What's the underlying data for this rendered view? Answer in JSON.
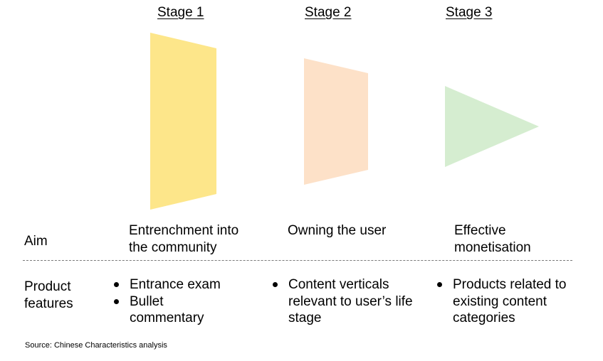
{
  "stages": [
    {
      "title": "Stage 1",
      "color": "#FDE68A",
      "aim": [
        "Entrenchment into",
        "the community"
      ],
      "features": [
        "Entrance exam",
        "Bullet commentary"
      ]
    },
    {
      "title": "Stage 2",
      "color": "#FDE1C8",
      "aim": [
        "Owning the user"
      ],
      "features": [
        "Content verticals relevant to user’s life stage"
      ]
    },
    {
      "title": "Stage 3",
      "color": "#D5EDD0",
      "aim": [
        "Effective",
        "monetisation"
      ],
      "features": [
        "Products related to existing content categories"
      ]
    }
  ],
  "rows": {
    "aim_label": "Aim",
    "features_label": [
      "Product",
      "features"
    ]
  },
  "source": "Source: Chinese Characteristics analysis"
}
